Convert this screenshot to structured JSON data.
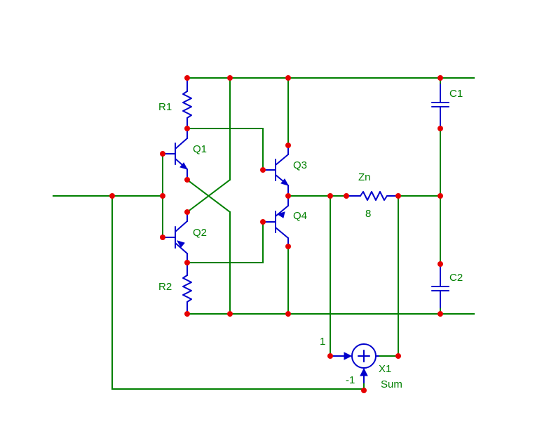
{
  "schematic": {
    "resistors": {
      "r1": "R1",
      "r2": "R2",
      "zn": "Zn",
      "zn_value": "8"
    },
    "transistors": {
      "q1": "Q1",
      "q2": "Q2",
      "q3": "Q3",
      "q4": "Q4"
    },
    "capacitors": {
      "c1": "C1",
      "c2": "C2"
    },
    "summer": {
      "name": "X1",
      "type": "Sum",
      "gain_a": "1",
      "gain_b": "-1"
    }
  },
  "colors": {
    "wire": "#008000",
    "component": "#0000cc",
    "node": "#e60000",
    "label": "#008000"
  }
}
